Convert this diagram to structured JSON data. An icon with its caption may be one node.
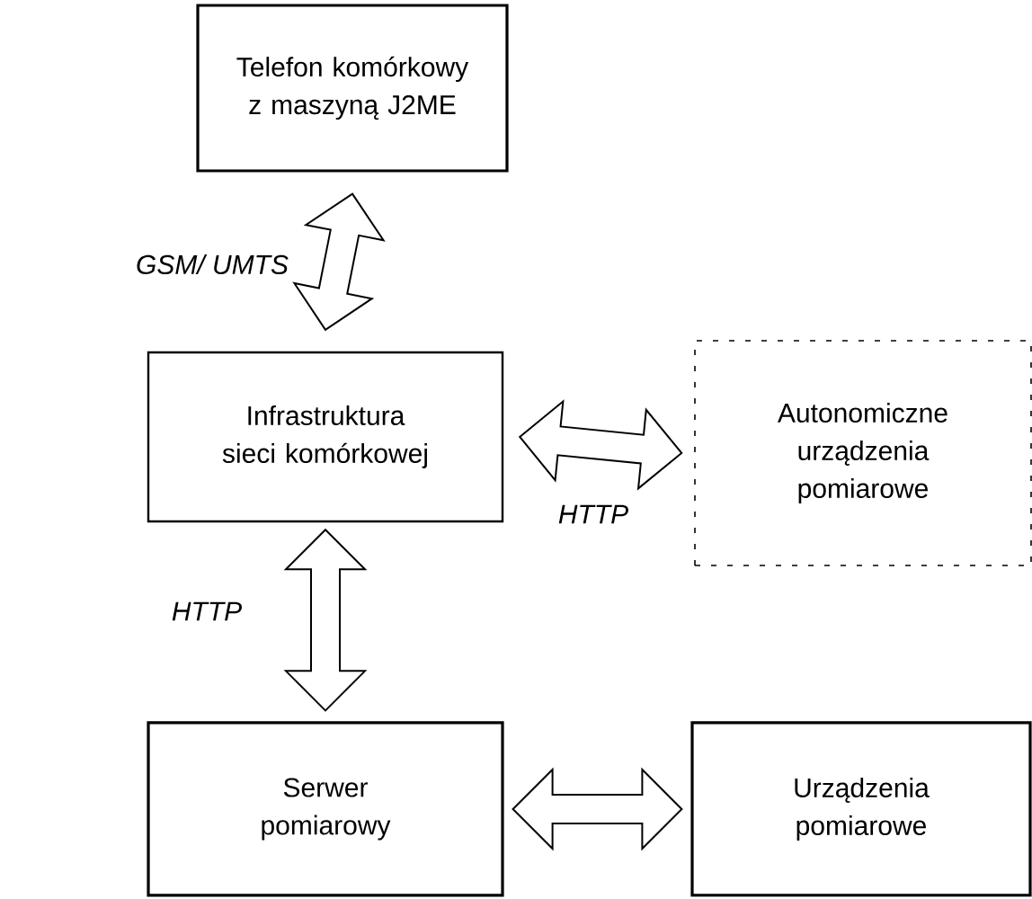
{
  "diagram": {
    "nodes": [
      {
        "text": [
          "Telefon komórkowy z maszyną J2ME"
        ]
      },
      {
        "text": [
          "Infrastruktura sieci komórkowej"
        ]
      },
      {
        "text": [
          "Autonomiczne urządzenia pomiarowe"
        ]
      },
      {
        "text": [
          "Serwer pomiarowy"
        ]
      },
      {
        "text": [
          "Urządzenia pomiarowe"
        ]
      }
    ],
    "edges": [
      {
        "from": 0,
        "to": 1,
        "arrow": "both",
        "label": "GSM/ UMTS"
      },
      {
        "from": 1,
        "to": 2,
        "arrow": "both",
        "label": "HTTP"
      },
      {
        "from": 1,
        "to": 3,
        "arrow": "both",
        "label": "HTTP"
      },
      {
        "from": 3,
        "to": 4,
        "arrow": "both"
      }
    ]
  }
}
